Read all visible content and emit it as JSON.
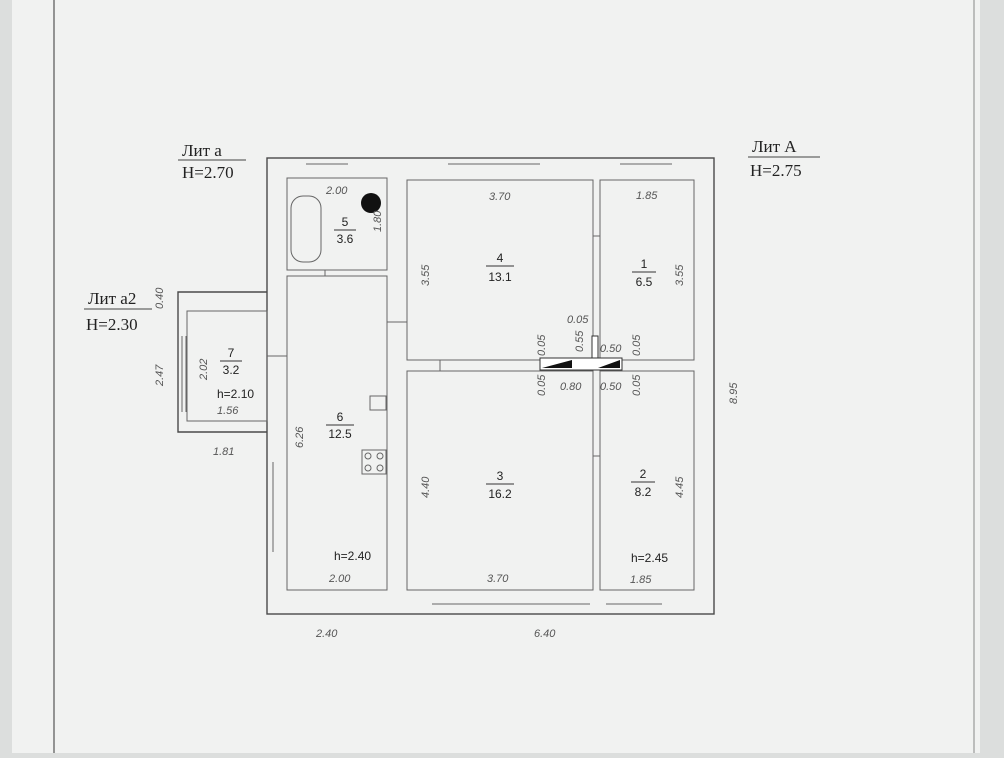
{
  "labels": {
    "lit_a": "Лит а",
    "lit_a_height": "H=2.70",
    "lit_A": "Лит А",
    "lit_A_height": "H=2.75",
    "lit_a2": "Лит а2",
    "lit_a2_height": "H=2.30"
  },
  "rooms": [
    {
      "number": "5",
      "area": "3.6"
    },
    {
      "number": "4",
      "area": "13.1"
    },
    {
      "number": "1",
      "area": "6.5"
    },
    {
      "number": "7",
      "area": "3.2"
    },
    {
      "number": "6",
      "area": "12.5"
    },
    {
      "number": "3",
      "area": "16.2"
    },
    {
      "number": "2",
      "area": "8.2"
    }
  ],
  "heights": {
    "room7": "h=2.10",
    "room6": "h=2.40",
    "room2": "h=2.45"
  },
  "dimensions": {
    "r5_width": "2.00",
    "r5_depth": "1.80",
    "r4_width": "3.70",
    "r4_depth": "3.55",
    "r1_width": "1.85",
    "r1_depth": "3.55",
    "d_040": "0.40",
    "d_247": "2.47",
    "d_202": "2.02",
    "d_156": "1.56",
    "d_181": "1.81",
    "r6_depth": "6.26",
    "r6_width": "2.00",
    "r3_depth": "4.40",
    "r3_width": "3.70",
    "r2_depth": "4.45",
    "r2_width": "1.85",
    "total_depth": "8.95",
    "w_240": "2.40",
    "w_640": "6.40",
    "c_005a": "0.05",
    "c_005b": "0.05",
    "c_055": "0.55",
    "c_050a": "0.50",
    "c_005c": "0.05",
    "c_005d": "0.05",
    "c_080": "0.80",
    "c_050b": "0.50",
    "c_005e": "0.05"
  }
}
